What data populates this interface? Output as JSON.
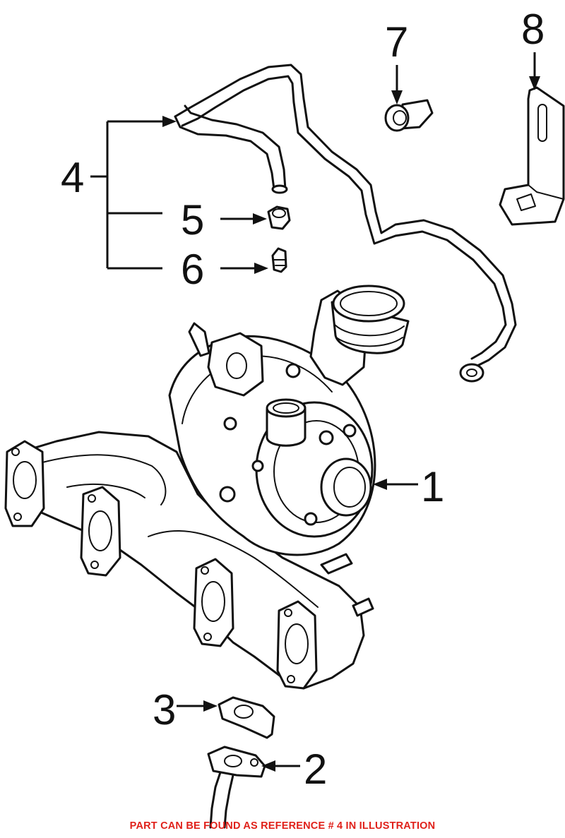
{
  "callouts": {
    "c1": "1",
    "c2": "2",
    "c3": "3",
    "c4": "4",
    "c5": "5",
    "c6": "6",
    "c7": "7",
    "c8": "8"
  },
  "notice": "PART CAN BE FOUND AS REFERENCE # 4 IN ILLUSTRATION",
  "colors": {
    "notice": "#e0211a",
    "lines": "#111111",
    "background": "#ffffff"
  }
}
